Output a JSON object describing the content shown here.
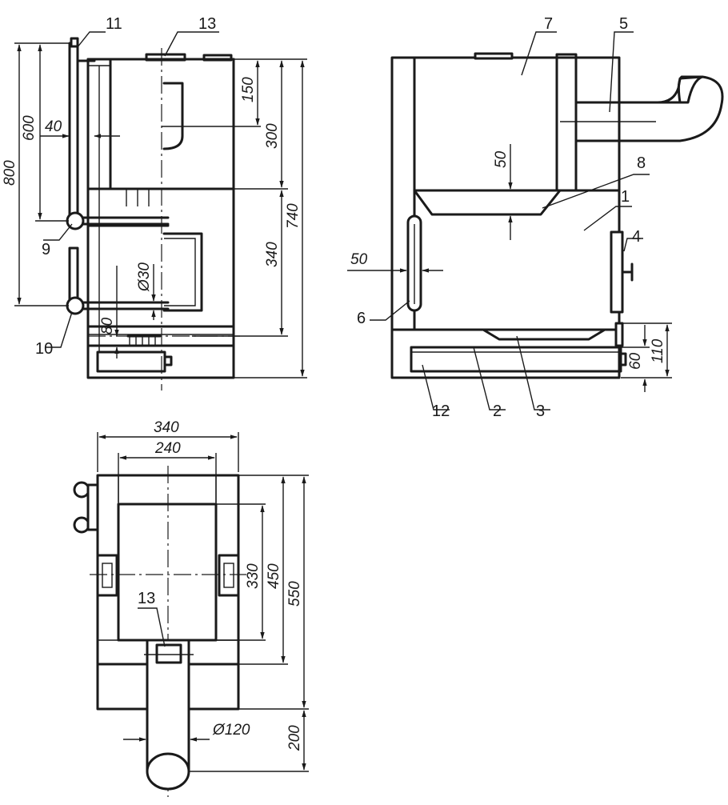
{
  "part_labels": {
    "p1": "1",
    "p2": "2",
    "p3": "3",
    "p4": "4",
    "p5": "5",
    "p6": "6",
    "p7": "7",
    "p8": "8",
    "p9": "9",
    "p10": "10",
    "p11": "11",
    "p12": "12",
    "p13_front": "13",
    "p13_plan": "13"
  },
  "dimensions": {
    "front_800": "800",
    "front_600": "600",
    "front_40": "40",
    "front_150": "150",
    "front_300": "300",
    "front_740": "740",
    "front_340": "340",
    "front_d30": "Ø30",
    "front_80": "80",
    "side_50_top": "50",
    "side_50_left": "50",
    "side_110": "110",
    "side_60": "60",
    "plan_340": "340",
    "plan_240": "240",
    "plan_330": "330",
    "plan_450": "450",
    "plan_550": "550",
    "plan_d120": "Ø120",
    "plan_200": "200"
  }
}
